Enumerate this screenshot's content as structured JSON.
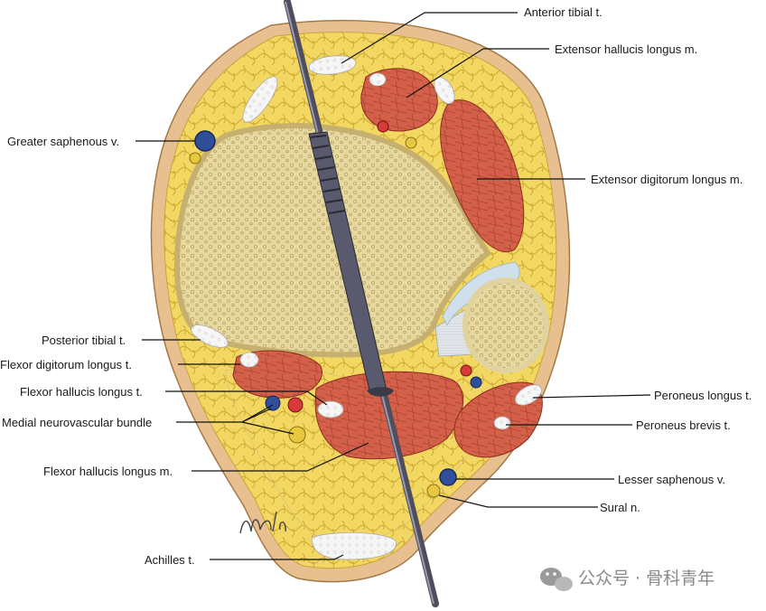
{
  "labels": {
    "anterior_tibial_t": "Anterior tibial t.",
    "extensor_hallucis_longus_m": "Extensor hallucis longus m.",
    "greater_saphenous_v": "Greater saphenous v.",
    "extensor_digitorum_longus_m": "Extensor digitorum longus m.",
    "posterior_tibial_t": "Posterior tibial t.",
    "flexor_digitorum_longus_t": "Flexor digitorum longus t.",
    "flexor_hallucis_longus_t": "Flexor hallucis longus t.",
    "medial_neurovascular_bundle": "Medial neurovascular bundle",
    "flexor_hallucis_longus_m": "Flexor hallucis longus m.",
    "peroneus_longus_t": "Peroneus longus t.",
    "peroneus_brevis_t": "Peroneus brevis t.",
    "lesser_saphenous_v": "Lesser saphenous v.",
    "sural_n": "Sural n.",
    "achilles_t": "Achilles t."
  },
  "signature": "Mdlf",
  "watermark": {
    "icon": "wechat-icon",
    "text": "公众号 · 骨科青年"
  },
  "colors": {
    "skin": "#e8c090",
    "fat": "#f2d862",
    "muscle": "#d5604a",
    "bone_cortex": "#ede0a8",
    "bone_marrow": "#e7d8a0",
    "tendon": "#f4f4f4",
    "vein": "#2f4f9a",
    "artery": "#d73a3a",
    "nerve": "#e7c740",
    "pin": "#5a5a6e",
    "leader": "#111111"
  }
}
